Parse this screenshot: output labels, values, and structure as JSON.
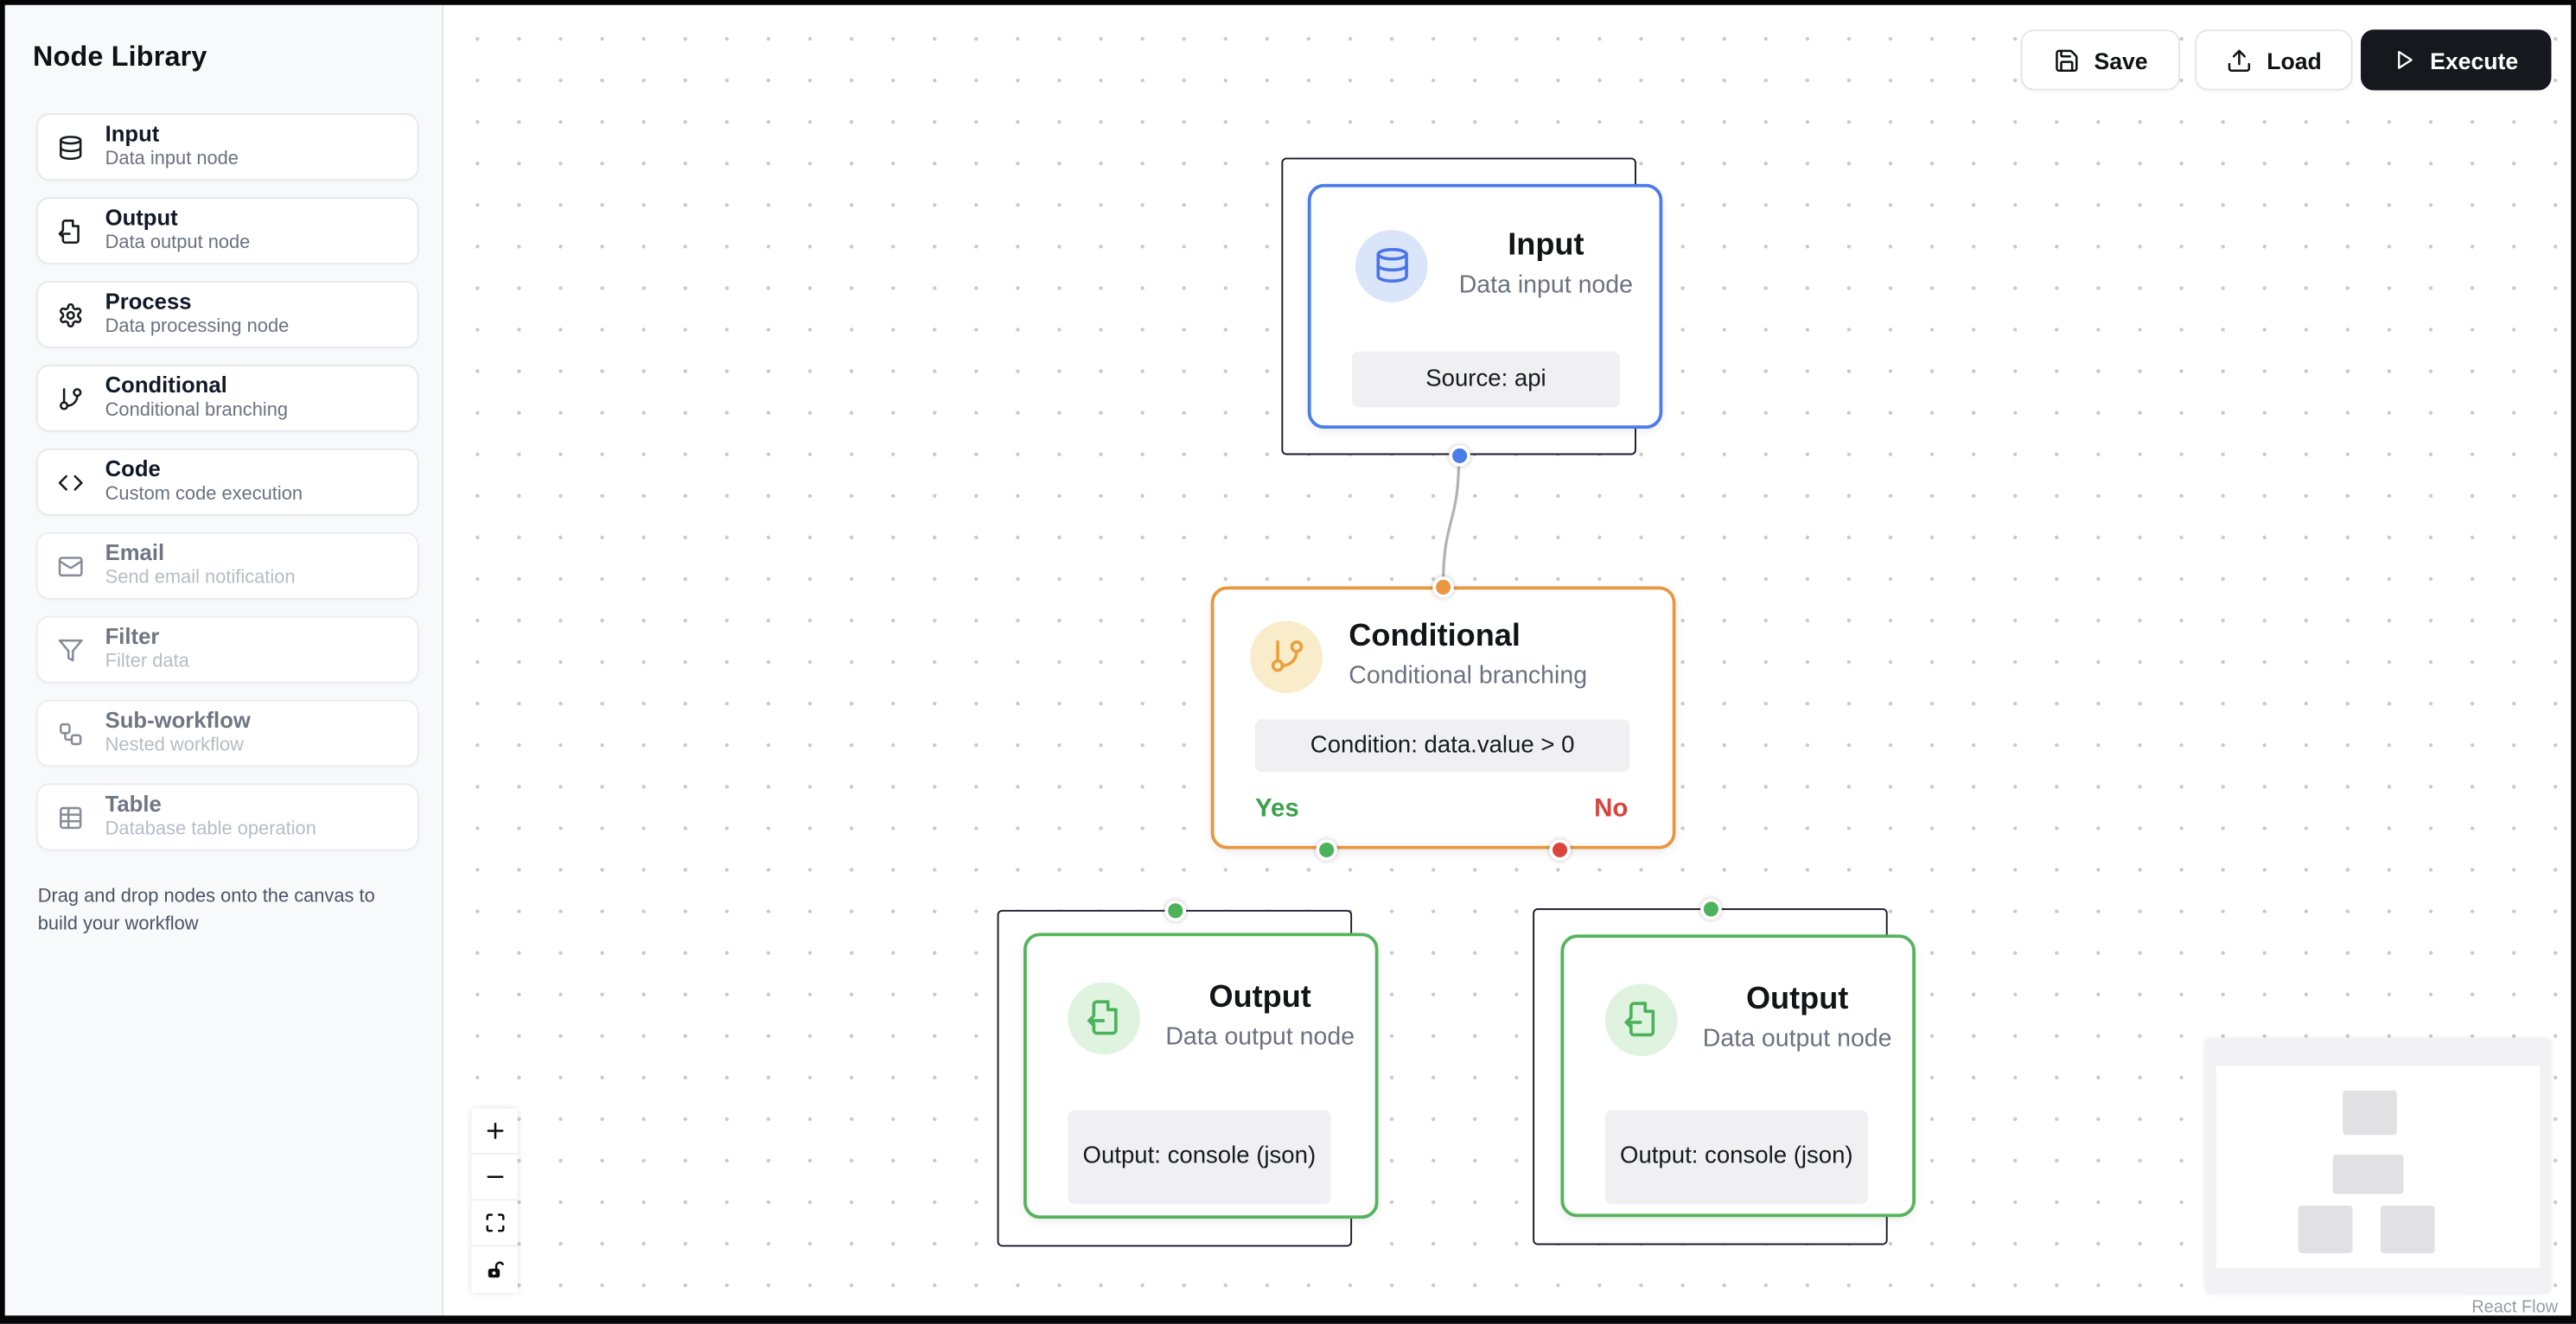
{
  "sidebar": {
    "title": "Node Library",
    "items": [
      {
        "label": "Input",
        "desc": "Data input node",
        "icon": "database-icon",
        "enabled": true
      },
      {
        "label": "Output",
        "desc": "Data output node",
        "icon": "file-output-icon",
        "enabled": true
      },
      {
        "label": "Process",
        "desc": "Data processing node",
        "icon": "gear-icon",
        "enabled": true
      },
      {
        "label": "Conditional",
        "desc": "Conditional branching",
        "icon": "git-branch-icon",
        "enabled": true
      },
      {
        "label": "Code",
        "desc": "Custom code execution",
        "icon": "code-icon",
        "enabled": true
      },
      {
        "label": "Email",
        "desc": "Send email notification",
        "icon": "mail-icon",
        "enabled": false
      },
      {
        "label": "Filter",
        "desc": "Filter data",
        "icon": "filter-icon",
        "enabled": false
      },
      {
        "label": "Sub-workflow",
        "desc": "Nested workflow",
        "icon": "workflow-icon",
        "enabled": false
      },
      {
        "label": "Table",
        "desc": "Database table operation",
        "icon": "table-icon",
        "enabled": false
      }
    ],
    "hint": "Drag and drop nodes onto the canvas to build your workflow"
  },
  "toolbar": {
    "save": "Save",
    "load": "Load",
    "execute": "Execute"
  },
  "nodes": {
    "input": {
      "title": "Input",
      "subtitle": "Data input node",
      "detail": "Source: api"
    },
    "conditional": {
      "title": "Conditional",
      "subtitle": "Conditional branching",
      "detail": "Condition: data.value > 0",
      "yes_label": "Yes",
      "no_label": "No"
    },
    "output_left": {
      "title": "Output",
      "subtitle": "Data output node",
      "detail": "Output: console (json)"
    },
    "output_right": {
      "title": "Output",
      "subtitle": "Data output node",
      "detail": "Output: console (json)"
    }
  },
  "controls": {
    "items": [
      "zoom-in",
      "zoom-out",
      "fit-view",
      "unlock"
    ]
  },
  "minimap": {
    "nodes": [
      "input",
      "conditional",
      "output-left",
      "output-right"
    ]
  },
  "attribution": {
    "label": "React Flow"
  },
  "colors": {
    "input_accent": "#4a7cea",
    "input_icon_bg": "#dbe5fa",
    "conditional_accent": "#e8973e",
    "conditional_icon_bg": "#f8ecca",
    "output_accent": "#54b45c",
    "output_icon_bg": "#dff3e0",
    "yes_text": "#3ca24a",
    "no_text": "#d9453e",
    "execute_bg": "#16181d",
    "edge": "#b1b1b7"
  }
}
